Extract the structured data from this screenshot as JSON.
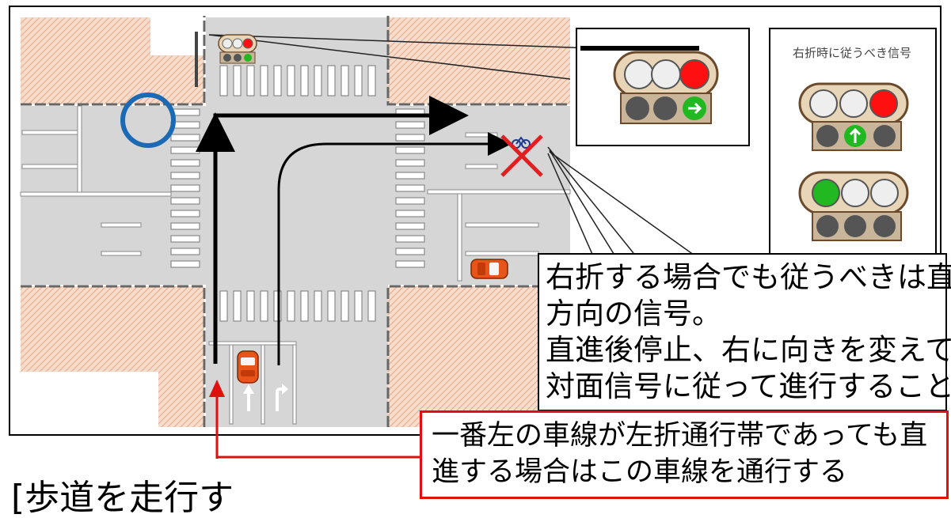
{
  "reference_panel": {
    "title": "右折時に従うべき信号"
  },
  "callout_main": {
    "lines": [
      "右折する場合でも従うべきは直進",
      "方向の信号。",
      "直進後停止、右に向きを変えて",
      "対面信号に従って進行すること"
    ]
  },
  "callout_red": {
    "lines": [
      "一番左の車線が左折通行帯であっても直",
      "進する場合はこの車線を通行する"
    ]
  },
  "heading_partial": "[歩道を走行す",
  "colors": {
    "road": "#d6d6d6",
    "sidewalk": "#f3d3bf",
    "signal_red": "#ff1010",
    "signal_green": "#22b822",
    "circle_marker": "#1c6ab4",
    "cross_marker": "#e02020",
    "callout_border_red": "#e01010"
  },
  "icons": [
    "traffic-signal-icon",
    "arrow-signal-icon",
    "car-icon",
    "bicycle-icon",
    "x-mark-icon",
    "blue-circle-marker"
  ]
}
